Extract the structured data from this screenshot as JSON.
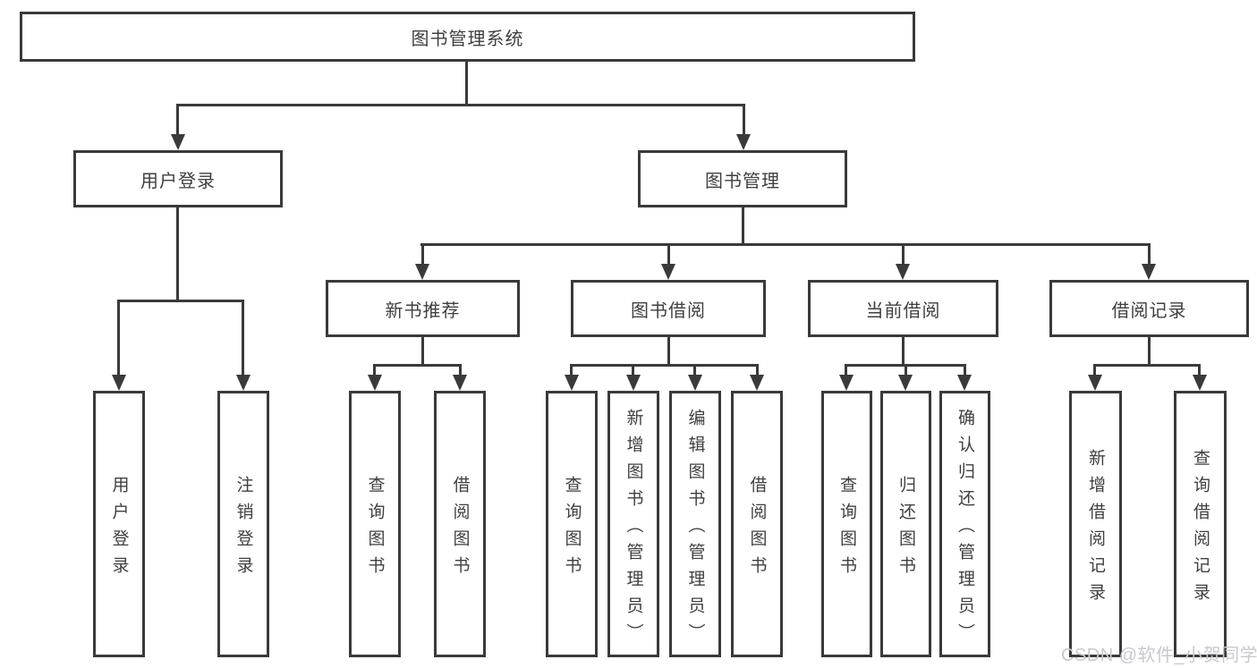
{
  "diagram": {
    "title": "图书管理系统",
    "branches": [
      {
        "label": "用户登录",
        "children": [
          {
            "label": "用户登录"
          },
          {
            "label": "注销登录"
          }
        ]
      },
      {
        "label": "图书管理",
        "children": [
          {
            "label": "新书推荐",
            "children": [
              {
                "label": "查询图书"
              },
              {
                "label": "借阅图书"
              }
            ]
          },
          {
            "label": "图书借阅",
            "children": [
              {
                "label": "查询图书"
              },
              {
                "label": "新增图书（管理员）"
              },
              {
                "label": "编辑图书（管理员）"
              },
              {
                "label": "借阅图书"
              }
            ]
          },
          {
            "label": "当前借阅",
            "children": [
              {
                "label": "查询图书"
              },
              {
                "label": "归还图书"
              },
              {
                "label": "确认归还（管理员）"
              }
            ]
          },
          {
            "label": "借阅记录",
            "children": [
              {
                "label": "新增借阅记录"
              },
              {
                "label": "查询借阅记录"
              }
            ]
          }
        ]
      }
    ]
  },
  "watermark": {
    "text": "CSDN @软件_小贺同学"
  },
  "colors": {
    "line": "#3a3a3a",
    "text": "#3f3f3f",
    "watermark": "#c7c9ce",
    "background": "#ffffff"
  }
}
